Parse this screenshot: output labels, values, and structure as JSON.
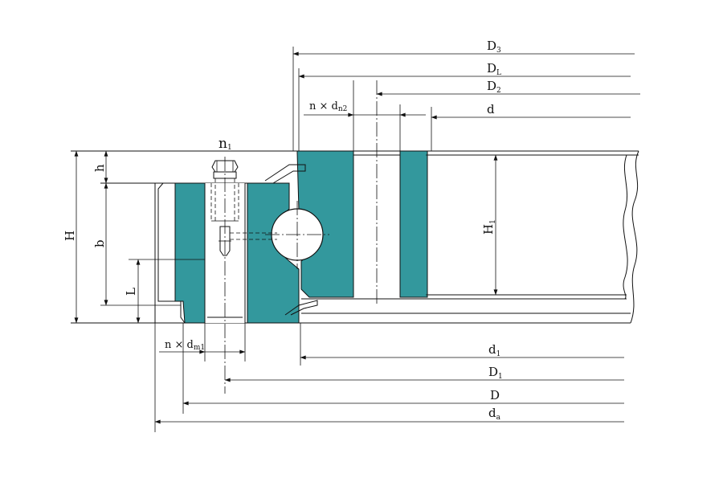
{
  "colors": {
    "section_fill": "#33989d",
    "line": "#111111"
  },
  "labels": {
    "D3": {
      "main": "D",
      "sub": "3"
    },
    "DL": {
      "main": "D",
      "sub": "L"
    },
    "D2": {
      "main": "D",
      "sub": "2"
    },
    "d": {
      "main": "d"
    },
    "ndn2": {
      "main": "n × d",
      "sub": "n2"
    },
    "n1": {
      "main": "n",
      "sub": "1"
    },
    "h": {
      "main": "h"
    },
    "H": {
      "main": "H"
    },
    "b": {
      "main": "b"
    },
    "L": {
      "main": "L"
    },
    "H1": {
      "main": "H",
      "sub": "1"
    },
    "ndm1": {
      "main": "n × d",
      "sub": "m1"
    },
    "d1": {
      "main": "d",
      "sub": "1"
    },
    "D1": {
      "main": "D",
      "sub": "1"
    },
    "D": {
      "main": "D"
    },
    "da": {
      "main": "d",
      "sub": "a"
    }
  }
}
